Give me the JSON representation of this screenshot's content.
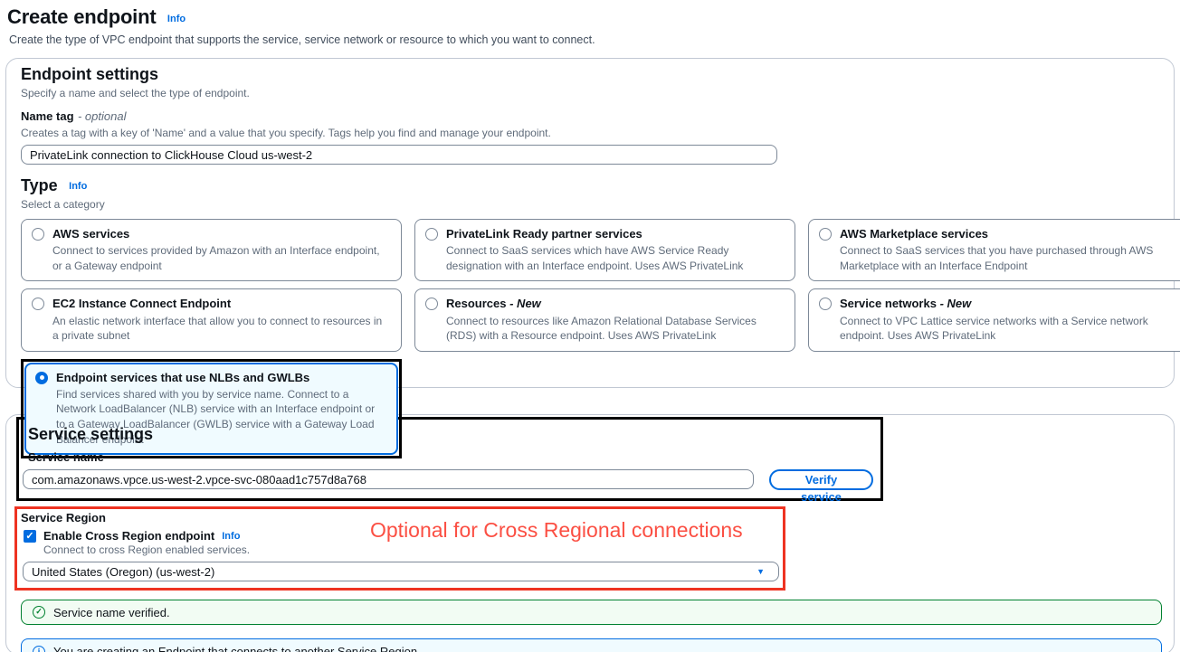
{
  "colors": {
    "accent": "#006ce0",
    "success_green": "#00802f",
    "annotation_red": "#ee3322",
    "annotation_black": "#000000"
  },
  "page": {
    "title": "Create endpoint",
    "title_info": "Info",
    "subtitle": "Create the type of VPC endpoint that supports the service, service network or resource to which you want to connect."
  },
  "endpoint_settings": {
    "heading": "Endpoint settings",
    "description": "Specify a name and select the type of endpoint.",
    "name_tag": {
      "label": "Name tag",
      "optional": "- optional",
      "help": "Creates a tag with a key of 'Name' and a value that you specify. Tags help you find and manage your endpoint.",
      "value": "PrivateLink connection to ClickHouse Cloud us-west-2"
    },
    "type": {
      "label": "Type",
      "info": "Info",
      "description": "Select a category",
      "options": [
        {
          "label": "AWS services",
          "description": "Connect to services provided by Amazon with an Interface endpoint, or a Gateway endpoint",
          "selected": false
        },
        {
          "label": "PrivateLink Ready partner services",
          "description": "Connect to SaaS services which have AWS Service Ready designation with an Interface endpoint. Uses AWS PrivateLink",
          "selected": false
        },
        {
          "label": "AWS Marketplace services",
          "description": "Connect to SaaS services that you have purchased through AWS Marketplace with an Interface Endpoint",
          "selected": false
        },
        {
          "label": "EC2 Instance Connect Endpoint",
          "description": "An elastic network interface that allow you to connect to resources in a private subnet",
          "selected": false
        },
        {
          "label": "Resources",
          "suffix": "- New",
          "description": "Connect to resources like Amazon Relational Database Services (RDS) with a Resource endpoint. Uses AWS PrivateLink",
          "selected": false
        },
        {
          "label": "Service networks",
          "suffix": "- New",
          "description": "Connect to VPC Lattice service networks with a Service network endpoint. Uses AWS PrivateLink",
          "selected": false
        },
        {
          "label": "Endpoint services that use NLBs and GWLBs",
          "description": "Find services shared with you by service name. Connect to a Network LoadBalancer (NLB) service with an Interface endpoint or to a Gateway LoadBalancer (GWLB) service with a Gateway Load Balancer endpoint",
          "selected": true
        }
      ]
    }
  },
  "service_settings": {
    "heading": "Service settings",
    "service_name": {
      "label": "Service name",
      "value": "com.amazonaws.vpce.us-west-2.vpce-svc-080aad1c757d8a768"
    },
    "verify_button": "Verify service",
    "service_region": {
      "label": "Service Region",
      "checkbox_label": "Enable Cross Region endpoint",
      "info": "Info",
      "checkbox_checked": true,
      "checkbox_help": "Connect to cross Region enabled services.",
      "region_value": "United States (Oregon) (us-west-2)"
    },
    "annotation_note": "Optional for Cross Regional connections",
    "success_banner": "Service name verified.",
    "info_banner": "You are creating an Endpoint that connects to another Service Region"
  },
  "icons": {
    "checkmark": "✓",
    "info_i": "i",
    "dropdown_arrow": "▼"
  }
}
